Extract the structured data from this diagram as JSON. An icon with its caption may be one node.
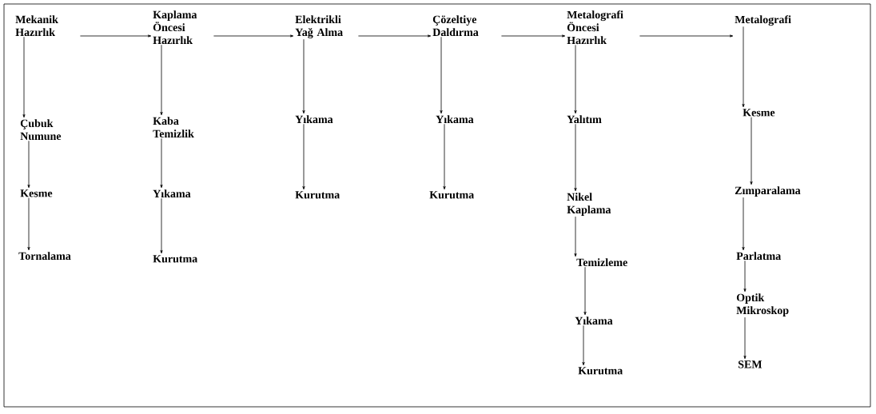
{
  "diagram": {
    "nodes": [
      {
        "text": [
          "Mekanik Hazırlık"
        ]
      },
      {
        "text": [
          "Çubuk Numune"
        ]
      },
      {
        "text": [
          "Kesme"
        ]
      },
      {
        "text": [
          "Tornalama"
        ]
      },
      {
        "text": [
          "Kaplama Öncesi Hazırlık"
        ]
      },
      {
        "text": [
          "Kaba Temizlik"
        ]
      },
      {
        "text": [
          "Yıkama"
        ]
      },
      {
        "text": [
          "Kurutma"
        ]
      },
      {
        "text": [
          "Elektrikli Yağ Alma"
        ]
      },
      {
        "text": [
          "Yıkama"
        ]
      },
      {
        "text": [
          "Kurutma"
        ]
      },
      {
        "text": [
          "Çözeltiye Daldırma"
        ]
      },
      {
        "text": [
          "Yıkama"
        ]
      },
      {
        "text": [
          "Kurutma"
        ]
      },
      {
        "text": [
          "Metalografi Öncesi Hazırlık"
        ]
      },
      {
        "text": [
          "Yalıtım"
        ]
      },
      {
        "text": [
          "Nikel Kaplama"
        ]
      },
      {
        "text": [
          "Temizleme"
        ]
      },
      {
        "text": [
          "Yıkama"
        ]
      },
      {
        "text": [
          "Kurutma"
        ]
      },
      {
        "text": [
          "Metalografi"
        ]
      },
      {
        "text": [
          "Kesme"
        ]
      },
      {
        "text": [
          "Zımparalama"
        ]
      },
      {
        "text": [
          "Parlatma"
        ]
      },
      {
        "text": [
          "Optik Mikroskop"
        ]
      },
      {
        "text": [
          "SEM"
        ]
      }
    ],
    "edges": [
      {
        "from": 0,
        "to": 4,
        "arrow": "to"
      },
      {
        "from": 4,
        "to": 8,
        "arrow": "to"
      },
      {
        "from": 8,
        "to": 11,
        "arrow": "to"
      },
      {
        "from": 11,
        "to": 14,
        "arrow": "to"
      },
      {
        "from": 14,
        "to": 20,
        "arrow": "to"
      },
      {
        "from": 0,
        "to": 1,
        "arrow": "to"
      },
      {
        "from": 1,
        "to": 2,
        "arrow": "to"
      },
      {
        "from": 2,
        "to": 3,
        "arrow": "to"
      },
      {
        "from": 4,
        "to": 5,
        "arrow": "to"
      },
      {
        "from": 5,
        "to": 6,
        "arrow": "to"
      },
      {
        "from": 6,
        "to": 7,
        "arrow": "to"
      },
      {
        "from": 8,
        "to": 9,
        "arrow": "to"
      },
      {
        "from": 9,
        "to": 10,
        "arrow": "to"
      },
      {
        "from": 11,
        "to": 12,
        "arrow": "to"
      },
      {
        "from": 12,
        "to": 13,
        "arrow": "to"
      },
      {
        "from": 14,
        "to": 15,
        "arrow": "to"
      },
      {
        "from": 15,
        "to": 16,
        "arrow": "to"
      },
      {
        "from": 16,
        "to": 17,
        "arrow": "to"
      },
      {
        "from": 17,
        "to": 18,
        "arrow": "to"
      },
      {
        "from": 18,
        "to": 19,
        "arrow": "to"
      },
      {
        "from": 20,
        "to": 21,
        "arrow": "to"
      },
      {
        "from": 21,
        "to": 22,
        "arrow": "to"
      },
      {
        "from": 22,
        "to": 23,
        "arrow": "to"
      },
      {
        "from": 23,
        "to": 24,
        "arrow": "to"
      },
      {
        "from": 24,
        "to": 25,
        "arrow": "to"
      }
    ]
  }
}
